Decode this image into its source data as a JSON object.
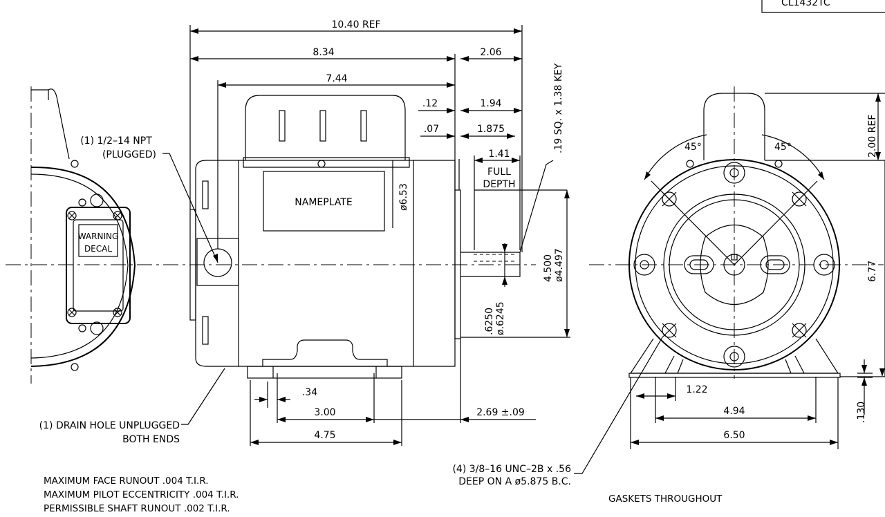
{
  "title_block": {
    "part_number": "CL1432TC"
  },
  "callouts": {
    "npt_line1": "(1) 1/2–14 NPT",
    "npt_line2": "(PLUGGED)",
    "warning_line1": "WARNING",
    "warning_line2": "DECAL",
    "nameplate": "NAMEPLATE",
    "drain_line1": "(1) DRAIN HOLE UNPLUGGED",
    "drain_line2": "BOTH ENDS",
    "tap_line1": "(4) 3/8–16 UNC–2B x .56",
    "tap_line2": "DEEP ON A ø5.875 B.C.",
    "key": ".19 SQ. x 1.38 KEY",
    "full": "FULL",
    "depth": "DEPTH",
    "gaskets": "GASKETS THROUGHOUT"
  },
  "dimensions": {
    "overall_ref": "10.40 REF",
    "body_length": "8.34",
    "shaft_ext": "2.06",
    "frame_length": "7.44",
    "d_012": ".12",
    "d_194": "1.94",
    "d_007": ".07",
    "d_1875": "1.875",
    "d_141": "1.41",
    "frame_dia": "ø6.53",
    "pilot_dia_1": "4.500",
    "pilot_dia_2": "ø4.497",
    "shaft_dia_1": ".6250",
    "shaft_dia_2": "ø.6245",
    "d_034": ".34",
    "d_300": "3.00",
    "d_475": "4.75",
    "d_269": "2.69 ±.09",
    "d_200": "2.00 REF",
    "d_677": "6.77",
    "d_130": ".130",
    "d_122": "1.22",
    "d_494": "4.94",
    "d_650": "6.50",
    "angle_a": "45°",
    "angle_b": "45°"
  },
  "notes": [
    "MAXIMUM FACE RUNOUT .004 T.I.R.",
    "MAXIMUM PILOT ECCENTRICITY .004 T.I.R.",
    "PERMISSIBLE SHAFT RUNOUT .002 T.I.R."
  ]
}
